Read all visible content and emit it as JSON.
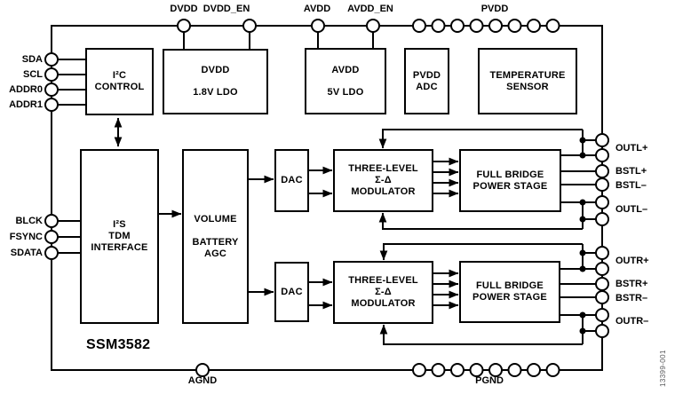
{
  "meta": {
    "chip_label": "SSM3582",
    "figure_number": "13399-001"
  },
  "colors": {
    "line": "#000000",
    "background": "#ffffff",
    "figure_number_text": "#58595b"
  },
  "pins": {
    "top": {
      "dvdd": "DVDD",
      "dvdd_en": "DVDD_EN",
      "avdd": "AVDD",
      "avdd_en": "AVDD_EN",
      "pvdd": "PVDD"
    },
    "left": {
      "sda": "SDA",
      "scl": "SCL",
      "addr0": "ADDR0",
      "addr1": "ADDR1",
      "blck": "BLCK",
      "fsync": "FSYNC",
      "sdata": "SDATA"
    },
    "right": {
      "outl_p": "OUTL+",
      "bstl_p": "BSTL+",
      "bstl_n": "BSTL–",
      "outl_n": "OUTL–",
      "outr_p": "OUTR+",
      "bstr_p": "BSTR+",
      "bstr_n": "BSTR–",
      "outr_n": "OUTR–"
    },
    "bottom": {
      "agnd": "AGND",
      "pgnd": "PGND"
    }
  },
  "blocks": {
    "i2c_control": {
      "line1": "I²C",
      "line2": "CONTROL"
    },
    "dvdd_ldo": {
      "line1": "DVDD",
      "line2": "1.8V LDO"
    },
    "avdd_ldo": {
      "line1": "AVDD",
      "line2": "5V LDO"
    },
    "pvdd_adc": {
      "line1": "PVDD",
      "line2": "ADC"
    },
    "temp_sensor": {
      "line1": "TEMPERATURE",
      "line2": "SENSOR"
    },
    "i2s_interface": {
      "line1": "I²S",
      "line2": "TDM",
      "line3": "INTERFACE"
    },
    "volume_agc": {
      "line1": "VOLUME",
      "line2": "BATTERY",
      "line3": "AGC"
    },
    "dac_left": {
      "line1": "DAC"
    },
    "dac_right": {
      "line1": "DAC"
    },
    "modulator_left": {
      "line1": "THREE-LEVEL",
      "line2": "Σ-Δ",
      "line3": "MODULATOR"
    },
    "modulator_right": {
      "line1": "THREE-LEVEL",
      "line2": "Σ-Δ",
      "line3": "MODULATOR"
    },
    "power_stage_left": {
      "line1": "FULL BRIDGE",
      "line2": "POWER STAGE"
    },
    "power_stage_right": {
      "line1": "FULL BRIDGE",
      "line2": "POWER STAGE"
    }
  }
}
